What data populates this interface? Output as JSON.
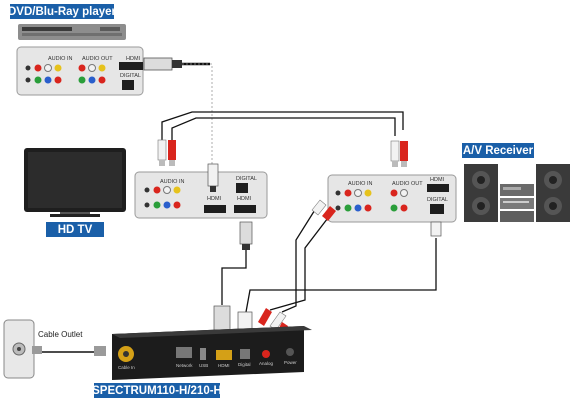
{
  "labels": {
    "dvd": "DVD/Blu-Ray player",
    "hdtv": "HD TV",
    "receiver": "A/V Receiver",
    "box": "SPECTRUM110-H/210-H",
    "cable_outlet": "Cable Outlet"
  },
  "dvd_panel": {
    "audio_in": "AUDIO IN",
    "audio_out": "AUDIO OUT",
    "hdmi": "HDMI",
    "digital": "DIGITAL"
  },
  "tv_panel": {
    "audio_in": "AUDIO IN",
    "digital": "DIGITAL",
    "hdmi_1": "HDMI",
    "hdmi_2": "HDMI"
  },
  "receiver_panel": {
    "audio_in": "AUDIO IN",
    "audio_out": "AUDIO OUT",
    "hdmi": "HDMI",
    "digital": "DIGITAL"
  },
  "box_ports": {
    "cable_in": "Cable In",
    "network": "Network",
    "usb": "USB",
    "hdmi": "HDMI",
    "digital": "Digital",
    "analog": "Analog",
    "power": "Power"
  },
  "colors": {
    "label_blue": "#1a5fa8",
    "panel_gray": "#e6e6e6",
    "red": "#d9251d",
    "white": "#f2f2f2",
    "cable": "#111111"
  }
}
